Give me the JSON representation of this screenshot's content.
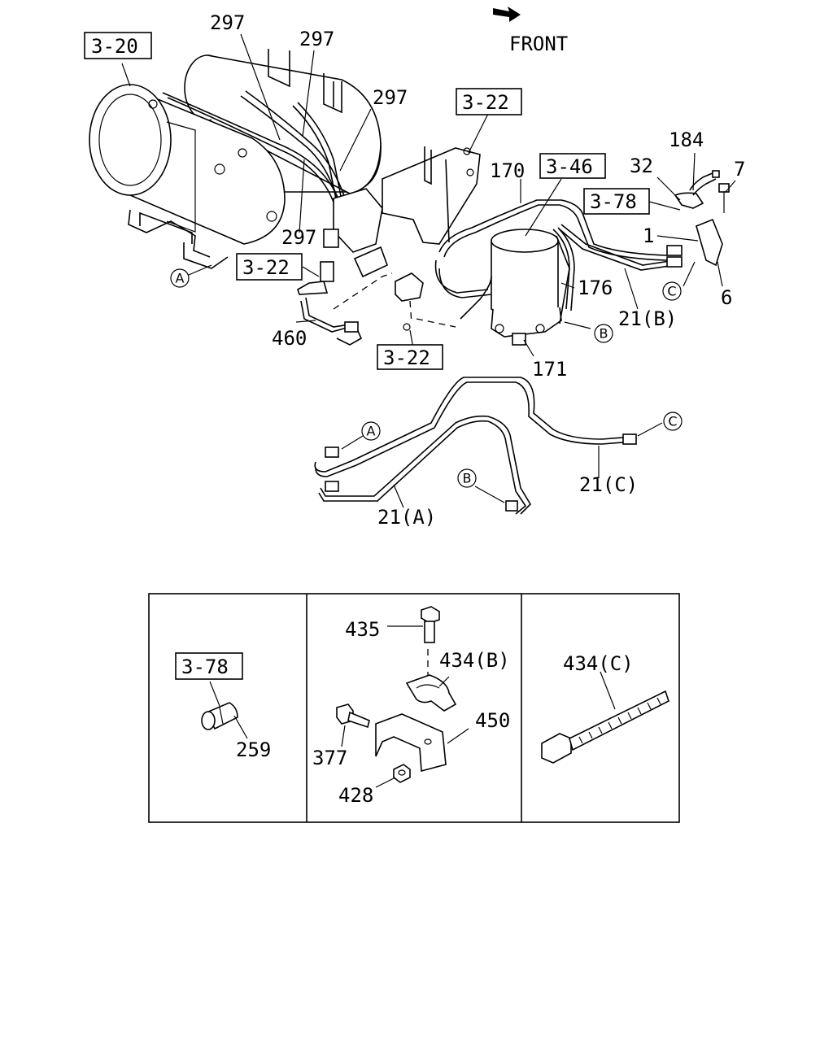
{
  "direction": {
    "label": "FRONT"
  },
  "refs": {
    "r320": "3-20",
    "r322_bracket": "3-22",
    "r322_left": "3-22",
    "r322_bottom": "3-22",
    "r346": "3-46",
    "r378_top": "3-78",
    "r378_inset": "3-78"
  },
  "callouts": {
    "c297a": "297",
    "c297b": "297",
    "c297c": "297",
    "c297d": "297",
    "c170": "170",
    "c184": "184",
    "c32": "32",
    "c7": "7",
    "c1": "1",
    "c6": "6",
    "c176": "176",
    "c21b": "21(B)",
    "c171": "171",
    "c460": "460",
    "c21c": "21(C)",
    "c21a": "21(A)",
    "c435": "435",
    "c434b": "434(B)",
    "c450": "450",
    "c377": "377",
    "c428": "428",
    "c434c": "434(C)",
    "c259": "259"
  },
  "markers": {
    "a1": "A",
    "b1": "B",
    "c1": "C",
    "a2": "A",
    "b2": "B",
    "c2": "C"
  }
}
